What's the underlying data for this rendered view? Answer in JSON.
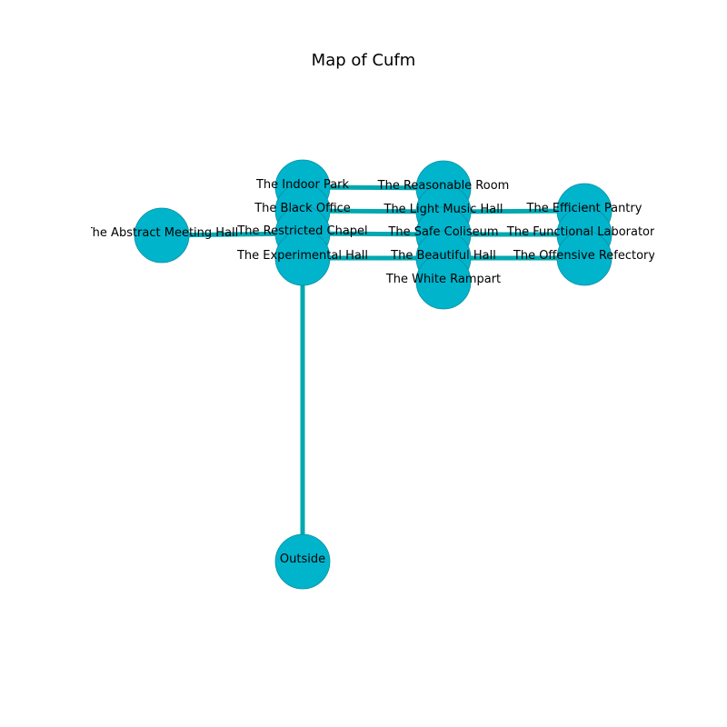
{
  "title": "Map of Cufm",
  "colors": {
    "node_fill": "#00b4cc",
    "node_stroke": "#0a8fa2",
    "edge": "#00a8b0",
    "label": "#000000",
    "background": "#ffffff"
  },
  "nodes": [
    {
      "id": "indoor-park",
      "label": "The Indoor Park"
    },
    {
      "id": "black-office",
      "label": "The Black Office"
    },
    {
      "id": "restricted-chapel",
      "label": "The Restricted Chapel"
    },
    {
      "id": "experimental-hall",
      "label": "The Experimental Hall"
    },
    {
      "id": "abstract-meeting-hall",
      "label": "The Abstract Meeting Hall"
    },
    {
      "id": "outside",
      "label": "Outside"
    },
    {
      "id": "reasonable-room",
      "label": "The Reasonable Room"
    },
    {
      "id": "light-music-hall",
      "label": "The Light Music Hall"
    },
    {
      "id": "safe-coliseum",
      "label": "The Safe Coliseum"
    },
    {
      "id": "beautiful-hall",
      "label": "The Beautiful Hall"
    },
    {
      "id": "white-rampart",
      "label": "The White Rampart"
    },
    {
      "id": "efficient-pantry",
      "label": "The Efficient Pantry"
    },
    {
      "id": "functional-laboratory",
      "label": "The Functional Laboratory"
    },
    {
      "id": "offensive-refectory",
      "label": "The Offensive Refectory"
    }
  ],
  "edges": [
    [
      "indoor-park",
      "reasonable-room"
    ],
    [
      "black-office",
      "light-music-hall"
    ],
    [
      "restricted-chapel",
      "safe-coliseum"
    ],
    [
      "experimental-hall",
      "beautiful-hall"
    ],
    [
      "abstract-meeting-hall",
      "restricted-chapel"
    ],
    [
      "experimental-hall",
      "outside"
    ],
    [
      "light-music-hall",
      "efficient-pantry"
    ],
    [
      "safe-coliseum",
      "functional-laboratory"
    ],
    [
      "beautiful-hall",
      "offensive-refectory"
    ]
  ]
}
